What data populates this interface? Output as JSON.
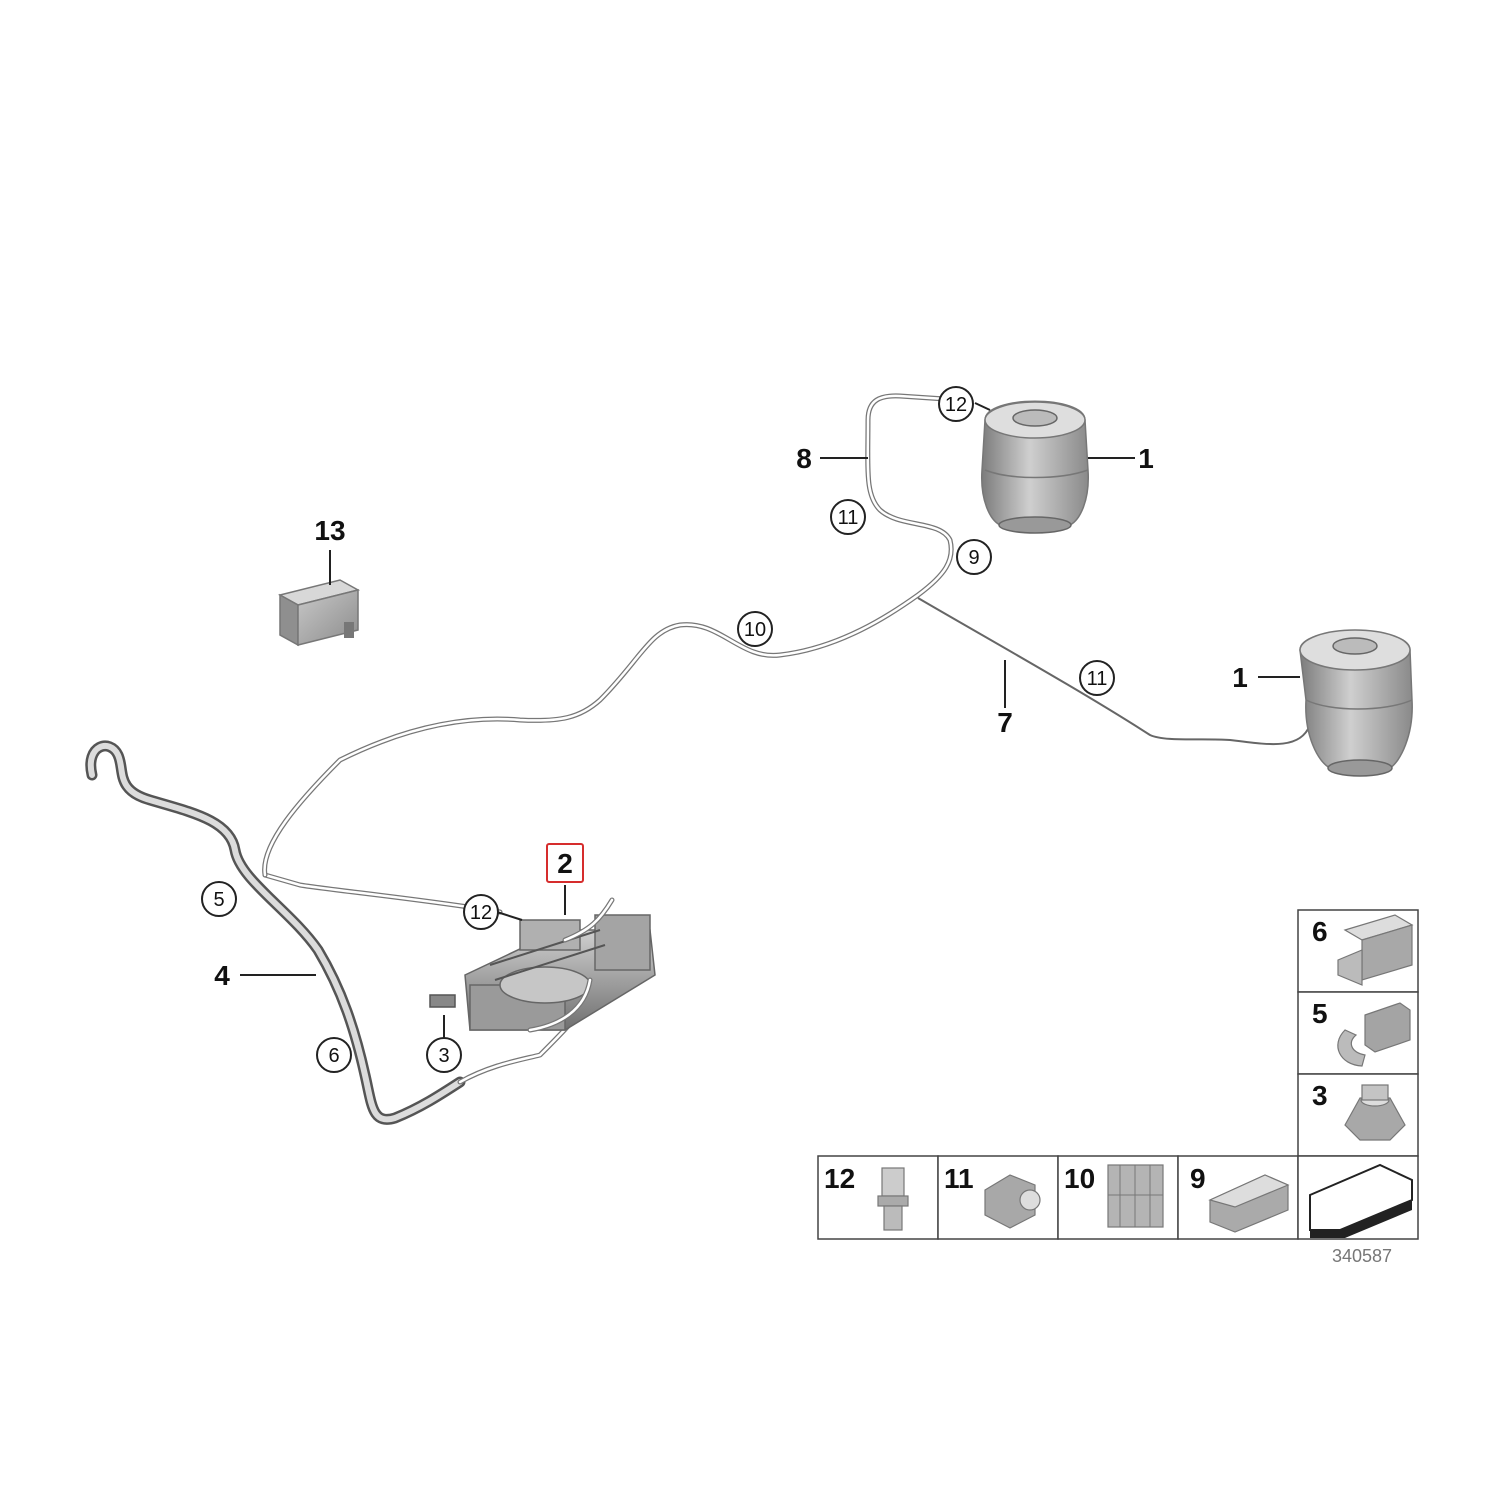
{
  "callouts": {
    "air_spring_upper": "1",
    "air_spring_lower": "1",
    "compressor": "2",
    "compressor_nut": "3",
    "intake_hose": "4",
    "intake_clip_upper": "5",
    "intake_clip_lower": "6",
    "line_right": "7",
    "line_left": "8",
    "connector_9": "9",
    "holder_10": "10",
    "clip_11_upper": "11",
    "clip_11_lower": "11",
    "valve_12_upper": "12",
    "valve_12_lower": "12",
    "control_unit": "13"
  },
  "legend": {
    "cell_6": "6",
    "cell_5": "5",
    "cell_3": "3",
    "cell_12": "12",
    "cell_11": "11",
    "cell_10": "10",
    "cell_9": "9"
  },
  "catalog_number": "340587",
  "colors": {
    "highlight": "#d62d2d",
    "part_gray": "#9a9a9a",
    "line": "#222222"
  }
}
